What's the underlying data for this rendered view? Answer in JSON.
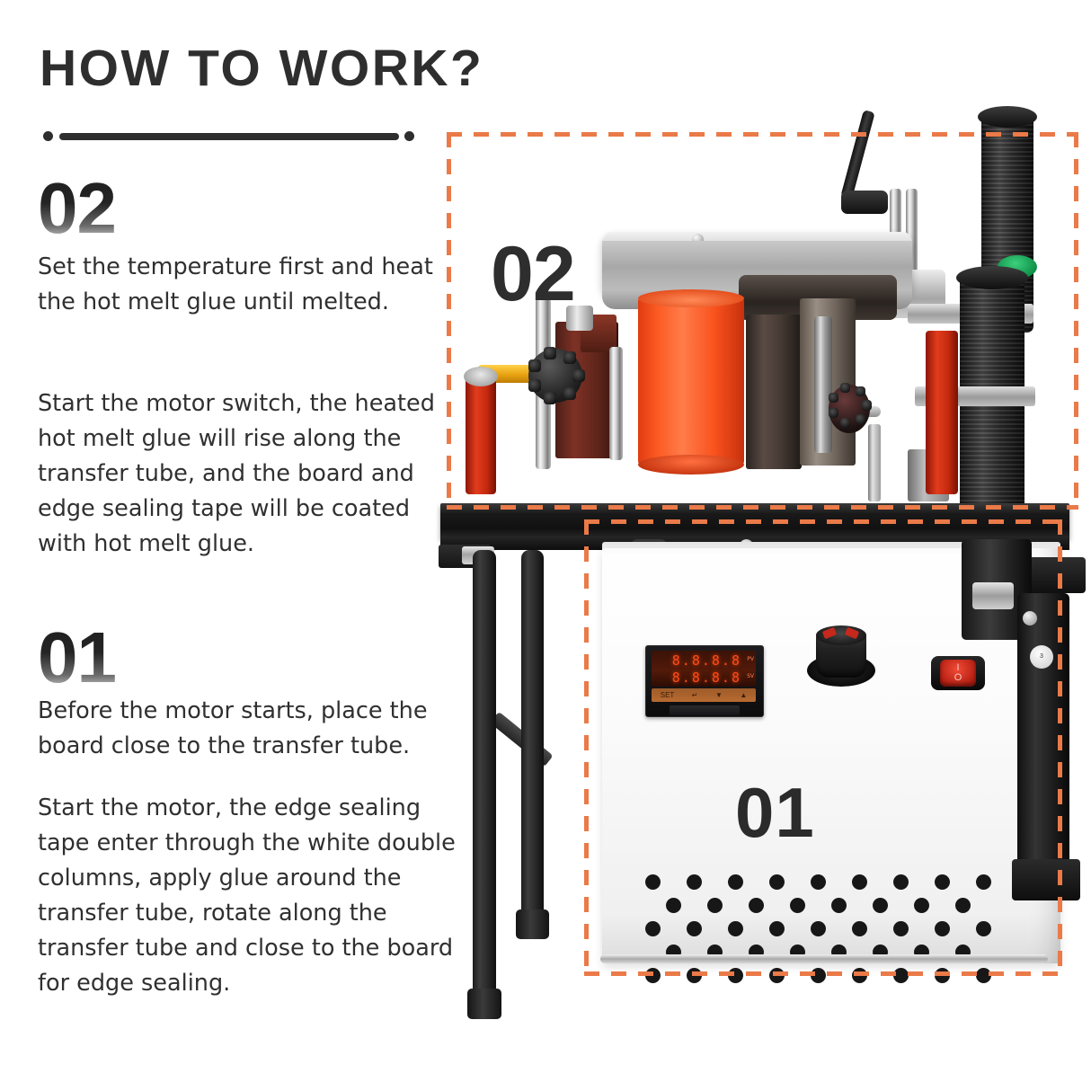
{
  "header": {
    "title": "HOW TO WORK?"
  },
  "steps": [
    {
      "number": "02",
      "paragraphs": [
        "Set the temperature first and heat the hot melt glue until melted.",
        "Start the motor switch, the heated hot melt glue will rise along the transfer tube, and the board and edge sealing tape will be coated with hot melt glue."
      ]
    },
    {
      "number": "01",
      "paragraphs": [
        "Before the motor starts, place the board close to the transfer tube.",
        "Start the motor, the edge sealing tape enter through the white double columns, apply glue around the transfer tube, rotate along the transfer tube and close to the board for edge sealing."
      ]
    }
  ],
  "photo": {
    "callout_02_label": "02",
    "callout_01_label": "01",
    "controller": {
      "pv_value": "8.8.8.8",
      "sv_value": "8.8.8.8",
      "pv_label": "PV",
      "sv_label": "SV",
      "buttons": [
        "SET",
        "↵",
        "▼",
        "▲"
      ]
    },
    "power_switch": {
      "on_symbol": "I",
      "off_symbol": "O"
    },
    "right_column_label": "3"
  },
  "colors": {
    "accent_orange": "#ea7a48",
    "title_dark": "#2e2e2e",
    "body_text": "#303030",
    "roller_orange": "#fc5a22",
    "switch_red": "#c5281c",
    "button_green": "#2fb govern"
  }
}
